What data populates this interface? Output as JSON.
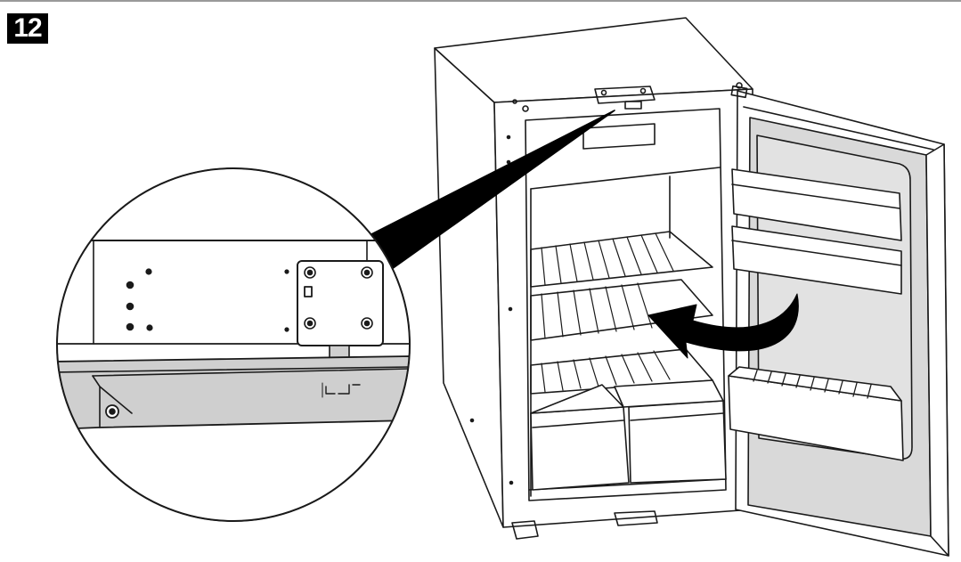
{
  "step": {
    "number": "12"
  },
  "colors": {
    "line": "#1a1a1a",
    "door_fill": "#d9d9d9",
    "detail_fill": "#c8c8c8",
    "arrow": "#000000",
    "background": "#ffffff"
  },
  "icons": {
    "step_badge": "step-number-badge",
    "arrow": "curved-arrow-icon",
    "magnifier": "detail-zoom-callout"
  }
}
